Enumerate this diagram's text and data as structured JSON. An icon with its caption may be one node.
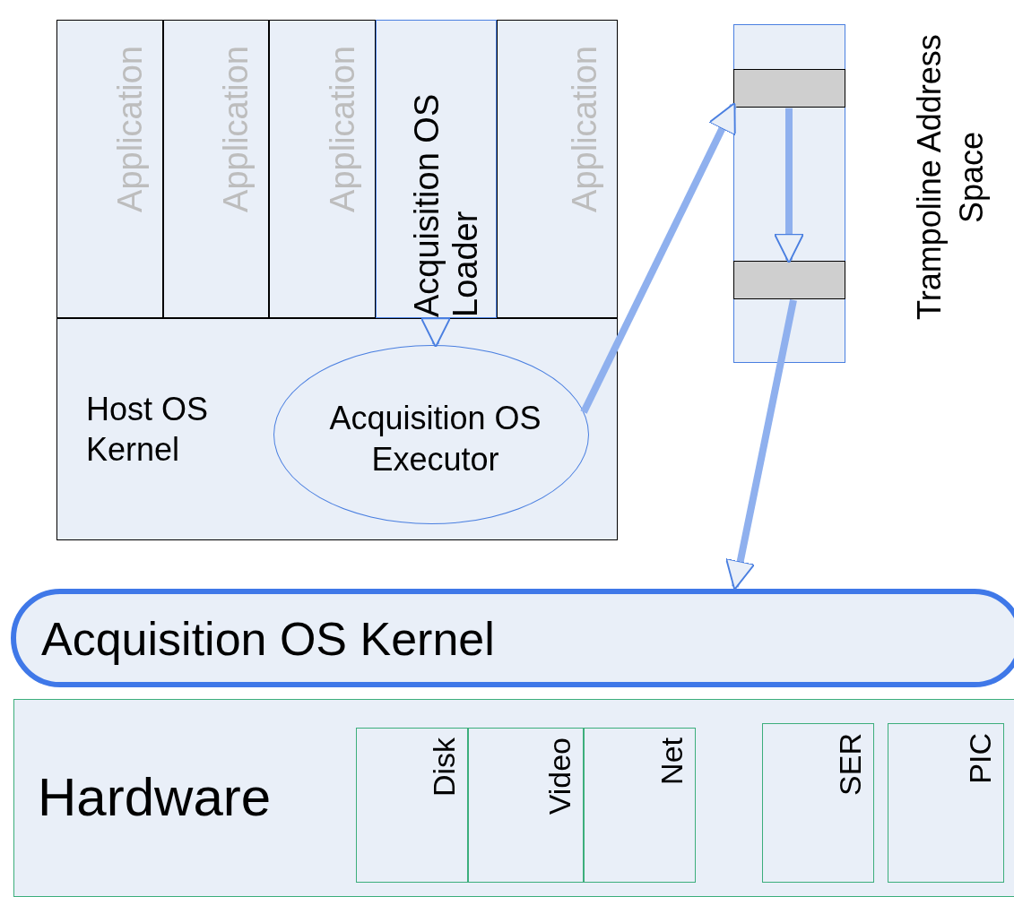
{
  "diagram": {
    "nodes": [
      {
        "text": [
          "Application"
        ]
      },
      {
        "text": [
          "Application"
        ]
      },
      {
        "text": [
          "Application"
        ]
      },
      {
        "text": [
          "Acquisition OS Loader"
        ]
      },
      {
        "text": [
          "Application"
        ]
      },
      {
        "text": [
          "Host OS Kernel"
        ]
      },
      {
        "text": [
          "Acquisition OS Executor"
        ],
        "in": 5
      },
      {
        "text": [
          "Trampoline Address Space"
        ]
      },
      {
        "text": [],
        "shape": "bar",
        "in": 7
      },
      {
        "text": [],
        "shape": "bar",
        "in": 7
      },
      {
        "text": [
          "Acquisition OS Kernel"
        ]
      },
      {
        "text": [
          "Hardware"
        ]
      },
      {
        "text": [
          "Disk"
        ],
        "in": 11
      },
      {
        "text": [
          "Video"
        ],
        "in": 11
      },
      {
        "text": [
          "Net"
        ],
        "in": 11
      },
      {
        "text": [
          "SER"
        ],
        "in": 11
      },
      {
        "text": [
          "PIC"
        ],
        "in": 11
      }
    ],
    "edges": [
      {
        "from": 3,
        "to": 6,
        "arrow": "to"
      },
      {
        "from": 6,
        "to": 8,
        "arrow": "to"
      },
      {
        "from": 8,
        "to": 9,
        "arrow": "to"
      },
      {
        "from": 9,
        "to": 10,
        "arrow": "to"
      }
    ]
  }
}
